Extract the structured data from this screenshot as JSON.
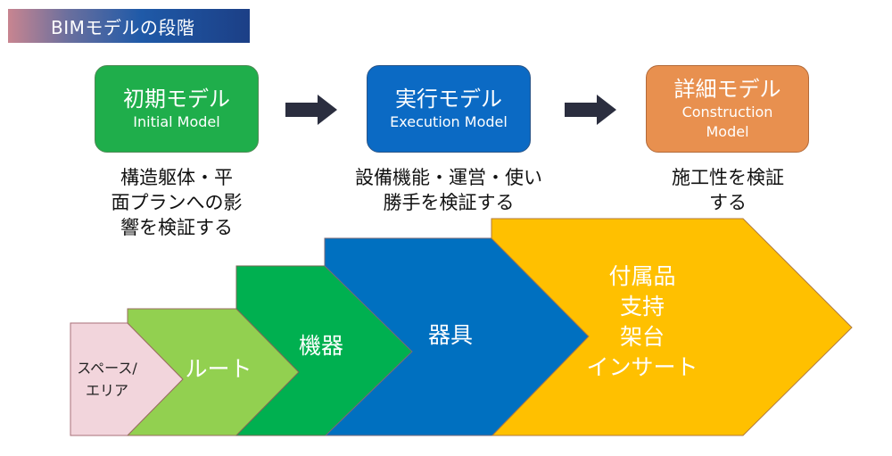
{
  "title": "BIMモデルの段階",
  "stages": [
    {
      "name_jp": "初期モデル",
      "name_en": "Initial Model",
      "description": "構造躯体・平\n面プランへの影\n響を検証する",
      "color": "#1fae4b"
    },
    {
      "name_jp": "実行モデル",
      "name_en": "Execution Model",
      "description": "設備機能・運営・使い\n勝手を検証する",
      "color": "#0b6ac4"
    },
    {
      "name_jp": "詳細モデル",
      "name_en": "Construction\nModel",
      "description": "施工性を検証\nする",
      "color": "#e8904f"
    }
  ],
  "arrow_color": "#2b2e3f",
  "levels": [
    {
      "label": "スペース/\nエリア",
      "color": "#f2d5dc",
      "text_color": "#222222"
    },
    {
      "label": "ルート",
      "color": "#92d050",
      "text_color": "#ffffff"
    },
    {
      "label": "機器",
      "color": "#00b050",
      "text_color": "#ffffff"
    },
    {
      "label": "器具",
      "color": "#0070c0",
      "text_color": "#ffffff"
    },
    {
      "label": "付属品\n支持\n架台\nインサート",
      "color": "#ffc000",
      "text_color": "#ffffff"
    }
  ]
}
